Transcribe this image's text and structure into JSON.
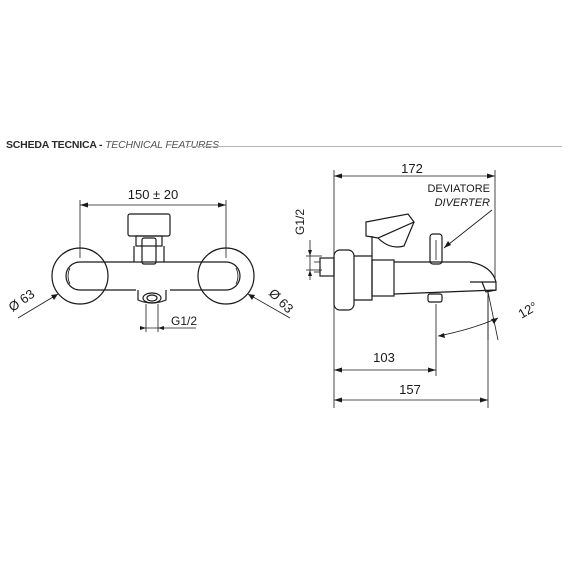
{
  "header": {
    "title": "SCHEDA TECNICA",
    "separator": " - ",
    "subtitle": "TECHNICAL FEATURES"
  },
  "front_view": {
    "centers_dim": "150 ± 20",
    "rosette_left_dim": "Ø 63",
    "rosette_right_dim": "Ø 63",
    "thread_dim": "G1/2"
  },
  "side_view": {
    "overall_length_dim": "172",
    "thread_dim": "G1/2",
    "diverter_label_it": "DEVIATORE",
    "diverter_label_en": "DIVERTER",
    "lever_offset_dim": "103",
    "spout_length_dim": "157",
    "spout_angle_dim": "12°"
  }
}
